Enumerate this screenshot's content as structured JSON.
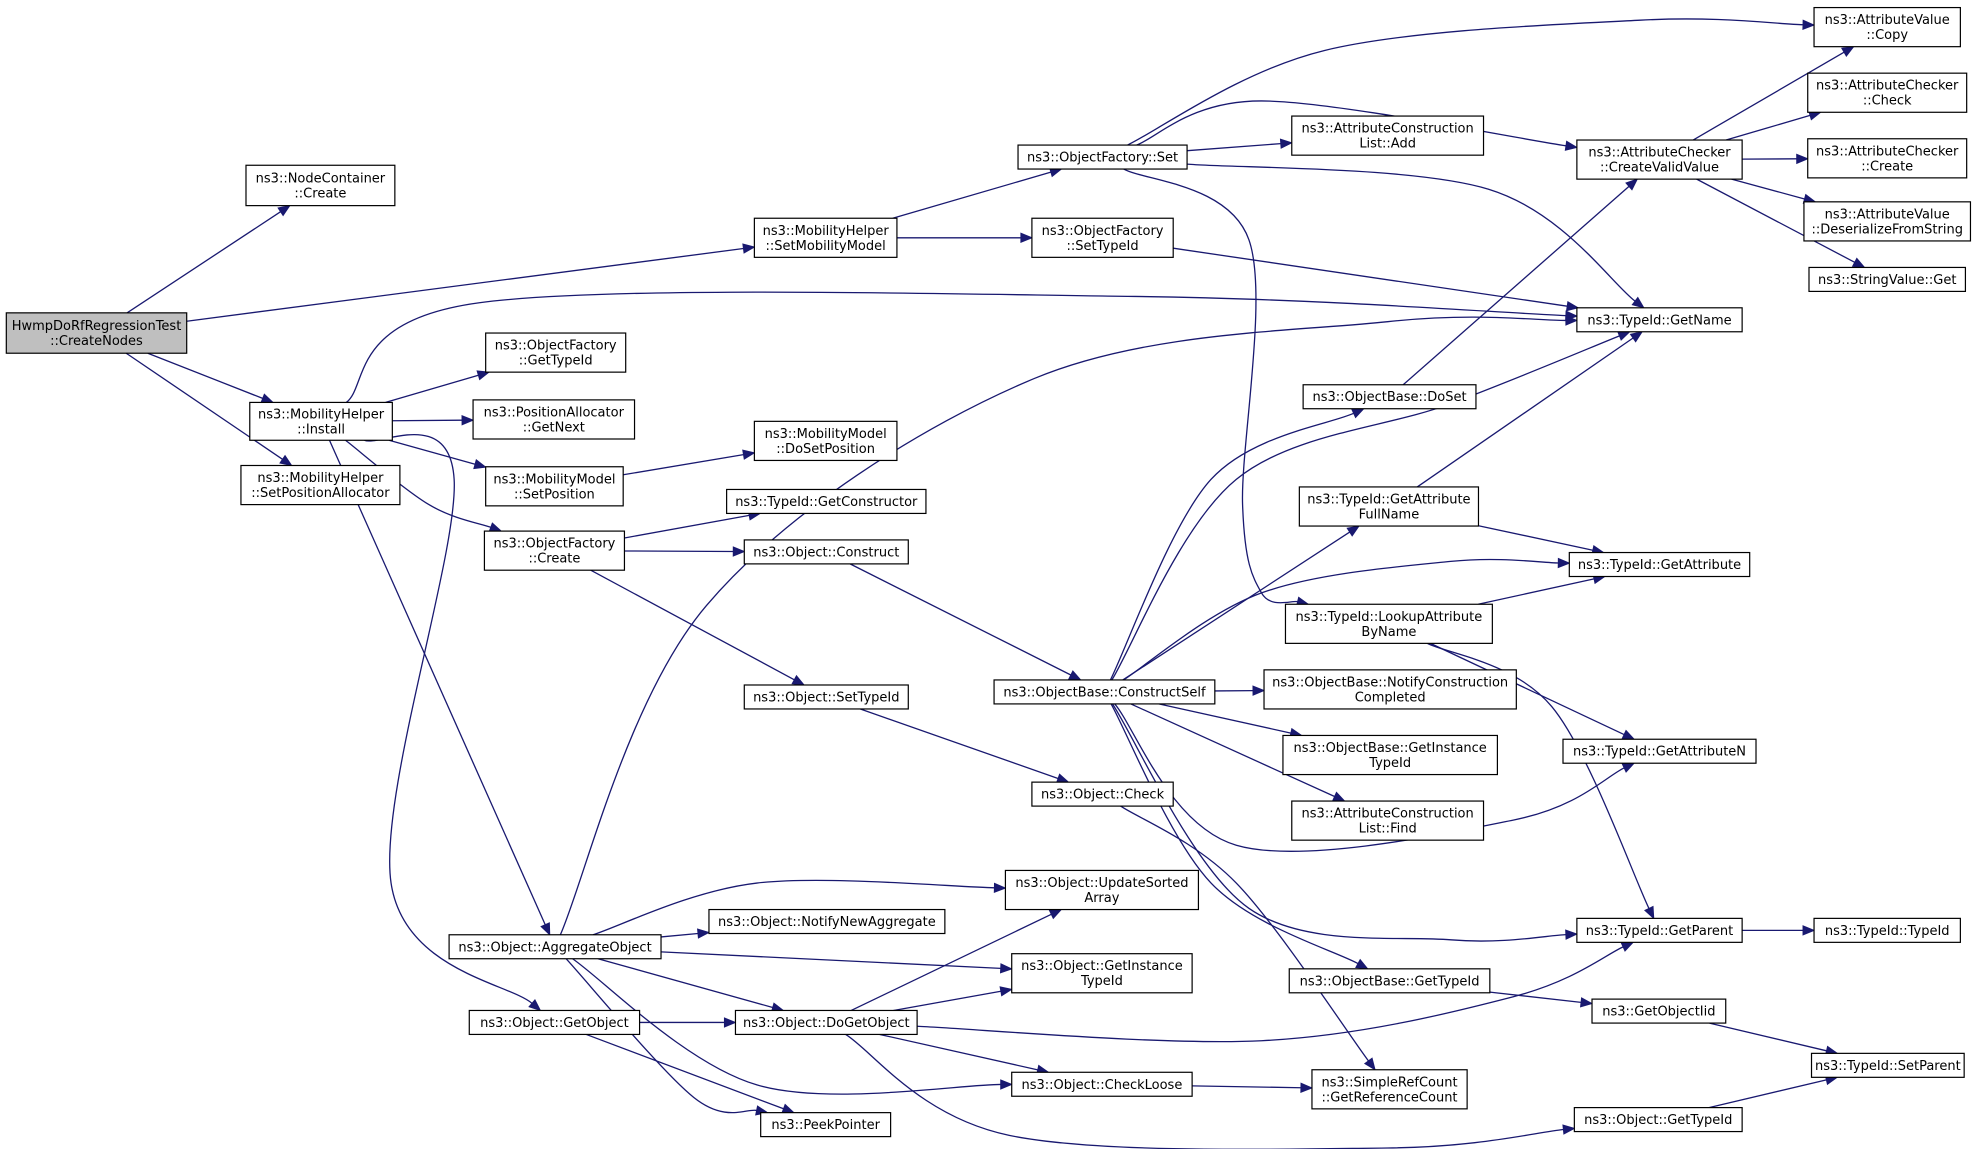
{
  "nodes": [
    {
      "id": "root",
      "lines": [
        "HwmpDoRfRegressionTest",
        "::CreateNodes"
      ],
      "root": true
    },
    {
      "id": "nc_create",
      "lines": [
        "ns3::NodeContainer",
        "::Create"
      ]
    },
    {
      "id": "mh_setmob",
      "lines": [
        "ns3::MobilityHelper",
        "::SetMobilityModel"
      ]
    },
    {
      "id": "mh_install",
      "lines": [
        "ns3::MobilityHelper",
        "::Install"
      ]
    },
    {
      "id": "mh_setpos",
      "lines": [
        "ns3::MobilityHelper",
        "::SetPositionAllocator"
      ]
    },
    {
      "id": "of_set",
      "lines": [
        "ns3::ObjectFactory::Set"
      ]
    },
    {
      "id": "of_settypeid",
      "lines": [
        "ns3::ObjectFactory",
        "::SetTypeId"
      ]
    },
    {
      "id": "acl_add",
      "lines": [
        "ns3::AttributeConstruction",
        "List::Add"
      ]
    },
    {
      "id": "ac_createvalid",
      "lines": [
        "ns3::AttributeChecker",
        "::CreateValidValue"
      ]
    },
    {
      "id": "av_copy",
      "lines": [
        "ns3::AttributeValue",
        "::Copy"
      ]
    },
    {
      "id": "ac_check",
      "lines": [
        "ns3::AttributeChecker",
        "::Check"
      ]
    },
    {
      "id": "ac_create",
      "lines": [
        "ns3::AttributeChecker",
        "::Create"
      ]
    },
    {
      "id": "av_deser",
      "lines": [
        "ns3::AttributeValue",
        "::DeserializeFromString"
      ]
    },
    {
      "id": "sv_get",
      "lines": [
        "ns3::StringValue::Get"
      ]
    },
    {
      "id": "tid_getname",
      "lines": [
        "ns3::TypeId::GetName"
      ]
    },
    {
      "id": "of_gettypeid",
      "lines": [
        "ns3::ObjectFactory",
        "::GetTypeId"
      ]
    },
    {
      "id": "pa_getnext",
      "lines": [
        "ns3::PositionAllocator",
        "::GetNext"
      ]
    },
    {
      "id": "mm_setpos",
      "lines": [
        "ns3::MobilityModel",
        "::SetPosition"
      ]
    },
    {
      "id": "mm_dosetpos",
      "lines": [
        "ns3::MobilityModel",
        "::DoSetPosition"
      ]
    },
    {
      "id": "of_create",
      "lines": [
        "ns3::ObjectFactory",
        "::Create"
      ]
    },
    {
      "id": "tid_getctor",
      "lines": [
        "ns3::TypeId::GetConstructor"
      ]
    },
    {
      "id": "obj_construct",
      "lines": [
        "ns3::Object::Construct"
      ]
    },
    {
      "id": "obj_settypeid",
      "lines": [
        "ns3::Object::SetTypeId"
      ]
    },
    {
      "id": "ob_doset",
      "lines": [
        "ns3::ObjectBase::DoSet"
      ]
    },
    {
      "id": "tid_getattrfull",
      "lines": [
        "ns3::TypeId::GetAttribute",
        "FullName"
      ]
    },
    {
      "id": "tid_getattr",
      "lines": [
        "ns3::TypeId::GetAttribute"
      ]
    },
    {
      "id": "tid_lookupattr",
      "lines": [
        "ns3::TypeId::LookupAttribute",
        "ByName"
      ]
    },
    {
      "id": "ob_constructself",
      "lines": [
        "ns3::ObjectBase::ConstructSelf"
      ]
    },
    {
      "id": "ob_notifycc",
      "lines": [
        "ns3::ObjectBase::NotifyConstruction",
        "Completed"
      ]
    },
    {
      "id": "ob_getinst",
      "lines": [
        "ns3::ObjectBase::GetInstance",
        "TypeId"
      ]
    },
    {
      "id": "tid_getattrn",
      "lines": [
        "ns3::TypeId::GetAttributeN"
      ]
    },
    {
      "id": "acl_find",
      "lines": [
        "ns3::AttributeConstruction",
        "List::Find"
      ]
    },
    {
      "id": "obj_check",
      "lines": [
        "ns3::Object::Check"
      ]
    },
    {
      "id": "obj_updsorted",
      "lines": [
        "ns3::Object::UpdateSorted",
        "Array"
      ]
    },
    {
      "id": "obj_notifyagg",
      "lines": [
        "ns3::Object::NotifyNewAggregate"
      ]
    },
    {
      "id": "obj_aggregate",
      "lines": [
        "ns3::Object::AggregateObject"
      ]
    },
    {
      "id": "tid_getparent",
      "lines": [
        "ns3::TypeId::GetParent"
      ]
    },
    {
      "id": "tid_typeid",
      "lines": [
        "ns3::TypeId::TypeId"
      ]
    },
    {
      "id": "obj_getinst",
      "lines": [
        "ns3::Object::GetInstance",
        "TypeId"
      ]
    },
    {
      "id": "ob_gettypeid",
      "lines": [
        "ns3::ObjectBase::GetTypeId"
      ]
    },
    {
      "id": "getobjectiid",
      "lines": [
        "ns3::GetObjectIid"
      ]
    },
    {
      "id": "obj_getobject",
      "lines": [
        "ns3::Object::GetObject"
      ]
    },
    {
      "id": "obj_dogetobject",
      "lines": [
        "ns3::Object::DoGetObject"
      ]
    },
    {
      "id": "tid_setparent",
      "lines": [
        "ns3::TypeId::SetParent"
      ]
    },
    {
      "id": "obj_checkloose",
      "lines": [
        "ns3::Object::CheckLoose"
      ]
    },
    {
      "id": "src_getref",
      "lines": [
        "ns3::SimpleRefCount",
        "::GetReferenceCount"
      ]
    },
    {
      "id": "obj_gettypeid",
      "lines": [
        "ns3::Object::GetTypeId"
      ]
    },
    {
      "id": "peekpointer",
      "lines": [
        "ns3::PeekPointer"
      ]
    }
  ],
  "edges": [
    [
      "root",
      "nc_create"
    ],
    [
      "root",
      "mh_setmob"
    ],
    [
      "root",
      "mh_install"
    ],
    [
      "root",
      "mh_setpos"
    ],
    [
      "mh_setmob",
      "of_set"
    ],
    [
      "mh_setmob",
      "of_settypeid"
    ],
    [
      "of_set",
      "av_copy"
    ],
    [
      "of_set",
      "ac_createvalid"
    ],
    [
      "of_set",
      "acl_add"
    ],
    [
      "of_set",
      "tid_getname"
    ],
    [
      "of_set",
      "tid_lookupattr"
    ],
    [
      "of_settypeid",
      "tid_getname"
    ],
    [
      "ac_createvalid",
      "av_copy"
    ],
    [
      "ac_createvalid",
      "ac_check"
    ],
    [
      "ac_createvalid",
      "ac_create"
    ],
    [
      "ac_createvalid",
      "av_deser"
    ],
    [
      "ac_createvalid",
      "sv_get"
    ],
    [
      "mh_install",
      "tid_getname"
    ],
    [
      "mh_install",
      "of_gettypeid"
    ],
    [
      "mh_install",
      "pa_getnext"
    ],
    [
      "mh_install",
      "mm_setpos"
    ],
    [
      "mh_install",
      "of_create"
    ],
    [
      "mh_install",
      "obj_aggregate"
    ],
    [
      "mh_install",
      "obj_getobject"
    ],
    [
      "mm_setpos",
      "mm_dosetpos"
    ],
    [
      "of_create",
      "tid_getctor"
    ],
    [
      "of_create",
      "obj_construct"
    ],
    [
      "of_create",
      "obj_settypeid"
    ],
    [
      "obj_construct",
      "ob_constructself"
    ],
    [
      "obj_settypeid",
      "obj_check"
    ],
    [
      "ob_doset",
      "ac_createvalid"
    ],
    [
      "tid_getattrfull",
      "tid_getname"
    ],
    [
      "tid_getattrfull",
      "tid_getattr"
    ],
    [
      "tid_lookupattr",
      "tid_getattr"
    ],
    [
      "tid_lookupattr",
      "tid_getattrn"
    ],
    [
      "tid_lookupattr",
      "tid_getparent"
    ],
    [
      "ob_constructself",
      "ob_doset"
    ],
    [
      "ob_constructself",
      "tid_getname"
    ],
    [
      "ob_constructself",
      "tid_getattrfull"
    ],
    [
      "ob_constructself",
      "tid_getattr"
    ],
    [
      "ob_constructself",
      "ob_notifycc"
    ],
    [
      "ob_constructself",
      "ob_getinst"
    ],
    [
      "ob_constructself",
      "acl_find"
    ],
    [
      "ob_constructself",
      "tid_getattrn"
    ],
    [
      "ob_constructself",
      "tid_getparent"
    ],
    [
      "ob_constructself",
      "ob_gettypeid"
    ],
    [
      "obj_check",
      "src_getref"
    ],
    [
      "obj_aggregate",
      "tid_getname"
    ],
    [
      "obj_aggregate",
      "obj_updsorted"
    ],
    [
      "obj_aggregate",
      "obj_notifyagg"
    ],
    [
      "obj_aggregate",
      "obj_getinst"
    ],
    [
      "obj_aggregate",
      "obj_dogetobject"
    ],
    [
      "obj_aggregate",
      "obj_checkloose"
    ],
    [
      "obj_aggregate",
      "peekpointer"
    ],
    [
      "tid_getparent",
      "tid_typeid"
    ],
    [
      "ob_gettypeid",
      "getobjectiid"
    ],
    [
      "getobjectiid",
      "tid_setparent"
    ],
    [
      "obj_getobject",
      "obj_dogetobject"
    ],
    [
      "obj_getobject",
      "peekpointer"
    ],
    [
      "obj_dogetobject",
      "obj_updsorted"
    ],
    [
      "obj_dogetobject",
      "obj_getinst"
    ],
    [
      "obj_dogetobject",
      "tid_getparent"
    ],
    [
      "obj_dogetobject",
      "obj_checkloose"
    ],
    [
      "obj_dogetobject",
      "obj_gettypeid"
    ],
    [
      "obj_checkloose",
      "src_getref"
    ],
    [
      "obj_gettypeid",
      "tid_setparent"
    ]
  ],
  "colors": {
    "edge": "#191970",
    "root_fill": "#bfbfbf",
    "node_fill": "#ffffff",
    "node_stroke": "#000000"
  }
}
